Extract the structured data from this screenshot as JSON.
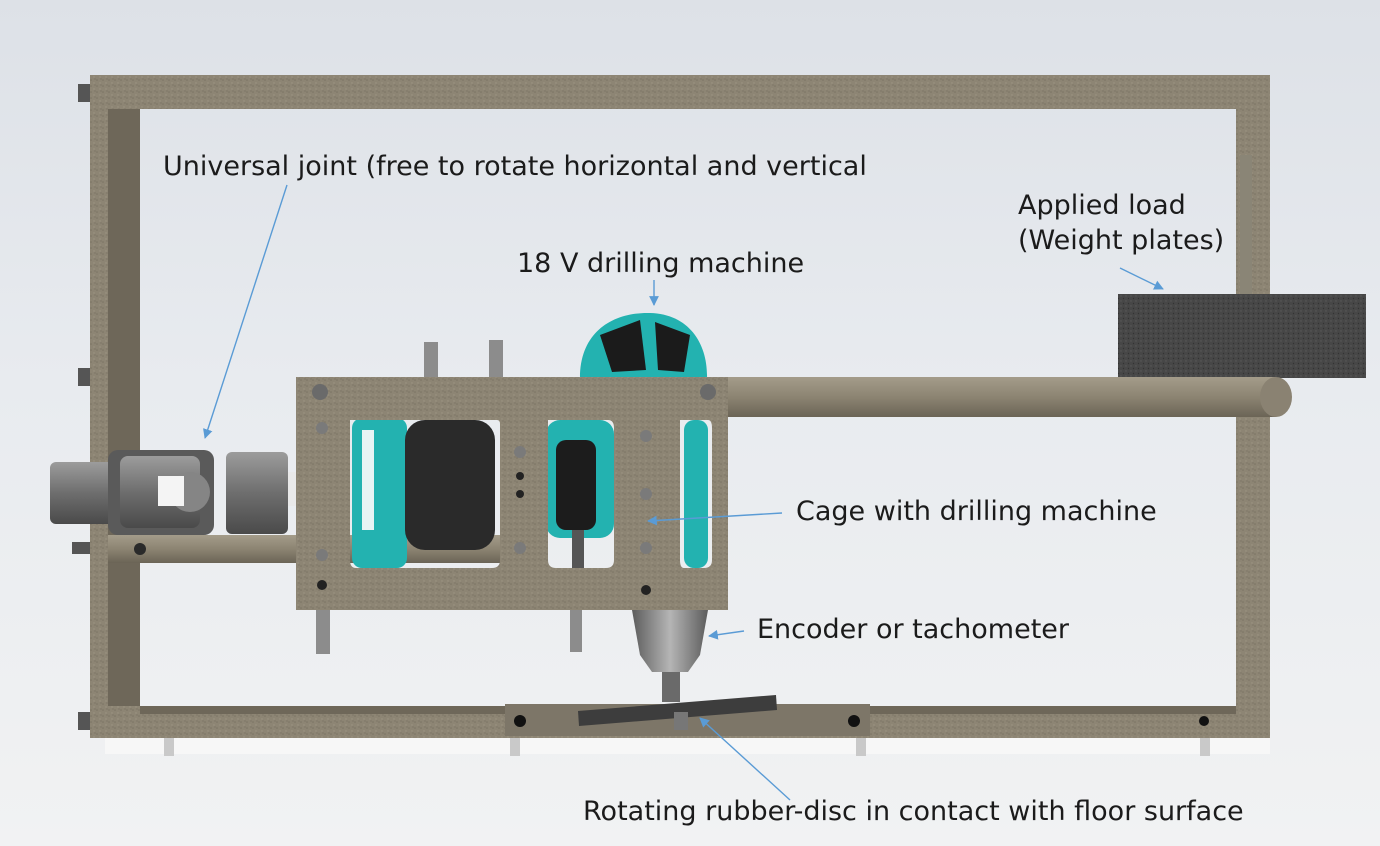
{
  "labels": {
    "universal_joint": "Universal joint (free to rotate horizontal and vertical",
    "drill": "18 V drilling machine",
    "applied_load": "Applied load\n(Weight plates)",
    "cage": "Cage with drilling machine",
    "encoder": "Encoder or tachometer",
    "disc": "Rotating rubber-disc in contact with floor surface"
  },
  "colors": {
    "frame": "#8a8272",
    "frame_dark": "#5e584d",
    "steel": "#6c6c6e",
    "weight": "#454545",
    "drill_teal": "#23b2b0",
    "drill_black": "#2a2a2a",
    "arrow": "#5a9bd5"
  }
}
